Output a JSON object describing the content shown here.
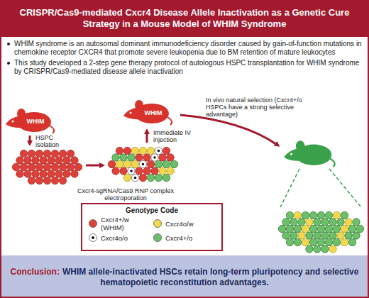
{
  "diagram": {
    "title": "CRISPR/Cas9-mediated Cxcr4 Disease Allele Inactivation as a Genetic Cure Strategy in a Mouse Model of WHIM Syndrome",
    "nodes": [
      {
        "text": [
          "WHIM syndrome is an autosomal dominant immunodeficiency disorder caused by gain-of-function mutations in chemokine receptor CXCR4 that promote severe leukopenia due to BM retention of mature leukocytes",
          "This study developed a 2-step gene therapy protocol of autologous HSPC transplantation for WHIM syndrome by CRISPR/Cas9-mediated disease allele inactivation"
        ]
      },
      {
        "text": [
          "WHIM"
        ],
        "in": 0
      },
      {
        "text": [
          "WHIM"
        ],
        "in": 0
      },
      {
        "text": [
          "Genotype Code"
        ],
        "in": 0
      },
      {
        "text": [
          "Conclusion:",
          "WHIM allele-inactivated HSCs retain long-term pluripotency and selective hematopoietic reconstitution advantages."
        ]
      }
    ],
    "labels": [
      "HSPC isolation",
      "Cxcr4-sgRNA/Cas9 RNP complex electroporation",
      "Immediate IV injection",
      "In vivo natural selection (Cxcr4+/o HSPCs have a strong selective advantage)"
    ],
    "legend": [
      {
        "text": "Cxcr4+/w (WHIM)",
        "color": "#e0403a"
      },
      {
        "text": "Cxcr4o/w",
        "color": "#f2d84e"
      },
      {
        "text": "Cxcr4o/o"
      },
      {
        "text": "Cxcr4+/o",
        "color": "#6cc06a"
      }
    ]
  }
}
